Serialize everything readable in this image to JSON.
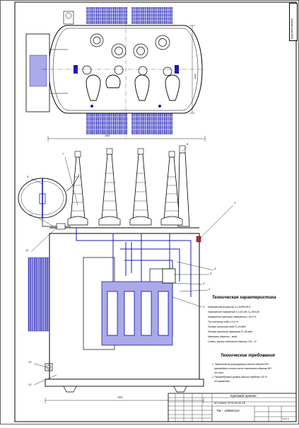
{
  "corner_stamp": "Курсовой проект",
  "dimensions": {
    "tank_width": "3880",
    "tank_depth": "2040",
    "base_width": "3850"
  },
  "leaders": [
    "1",
    "2",
    "3",
    "4",
    "5",
    "6",
    "7",
    "8",
    "9",
    "10",
    "11",
    "12",
    "13"
  ],
  "characteristics": {
    "title": "Техническая характеристика",
    "lines": [
      "Номинальная мощность Sₙ=10000 кВ·А",
      "Номинальное напряжение U₁=110 кВ, U₂=38,5 кВ",
      "Напряжение короткого замыкания uₖ=10,5 %",
      "Ток холостого хода i₀=0,6 %",
      "Потери холостого хода P₀=16 кВт",
      "Потери короткого замыкания Pₖ=56 кВт",
      "Материал обмоток – медь",
      "Схема и группа соединения обмоток Y/D – 11"
    ]
  },
  "requirements": {
    "title": "Технические требования",
    "lines": [
      "1. Переключение регулирующих витков обмотки ВН",
      "производить только после отключения обмотки ВН",
      "от сети.",
      "2. Рекомендуемый уровень масла в пределах ±10 %",
      "от указанного."
    ]
  },
  "title_block": {
    "project": "Курсовой проект",
    "code": "КП 140411 ТР 02 00 00 СБ",
    "designation": "ТМ – 10000/110",
    "sheet": "Лист 1"
  }
}
